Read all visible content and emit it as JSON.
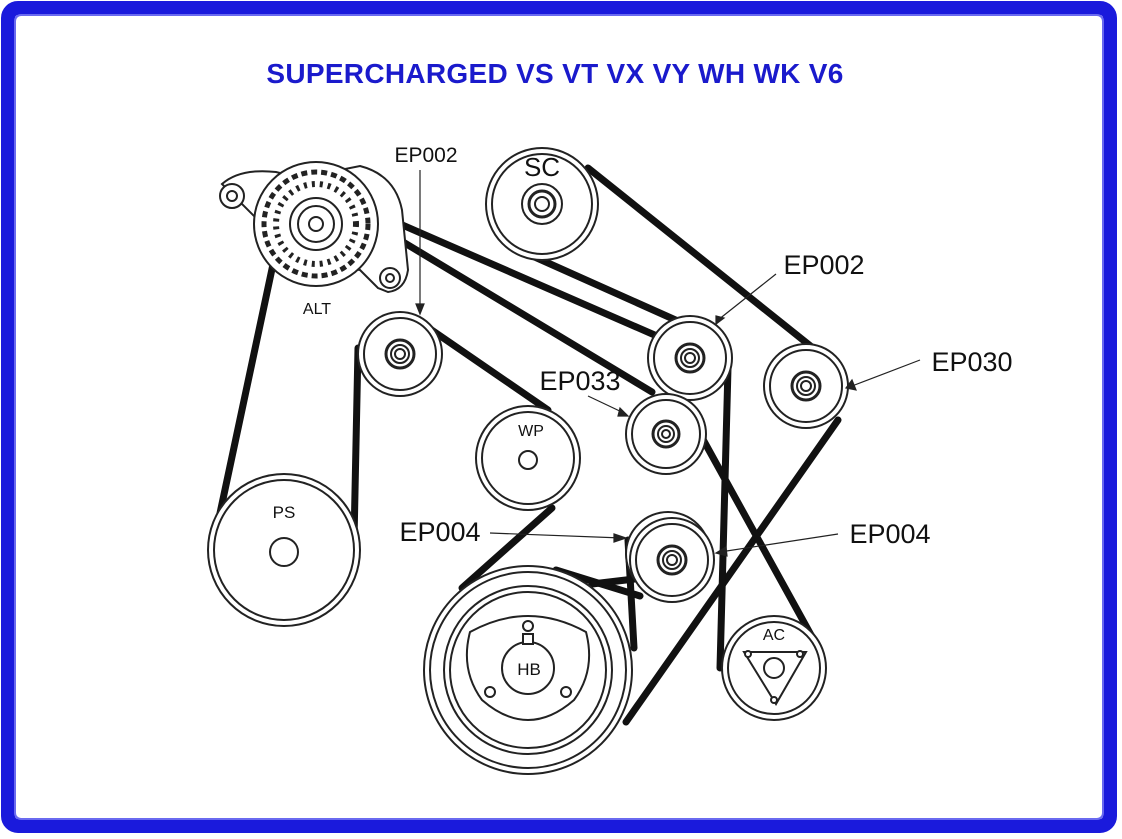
{
  "title": "SUPERCHARGED VS VT VX VY WH WK V6",
  "colors": {
    "frame": "#1a1adc",
    "title": "#1a1acc",
    "belt": "#111111",
    "pulley": "#222222"
  },
  "labels": {
    "sc": "SC",
    "alt": "ALT",
    "wp": "WP",
    "ps": "PS",
    "hb": "HB",
    "ac": "AC",
    "ep002_top": "EP002",
    "ep002_right": "EP002",
    "ep030": "EP030",
    "ep033": "EP033",
    "ep004_left": "EP004",
    "ep004_right": "EP004"
  }
}
